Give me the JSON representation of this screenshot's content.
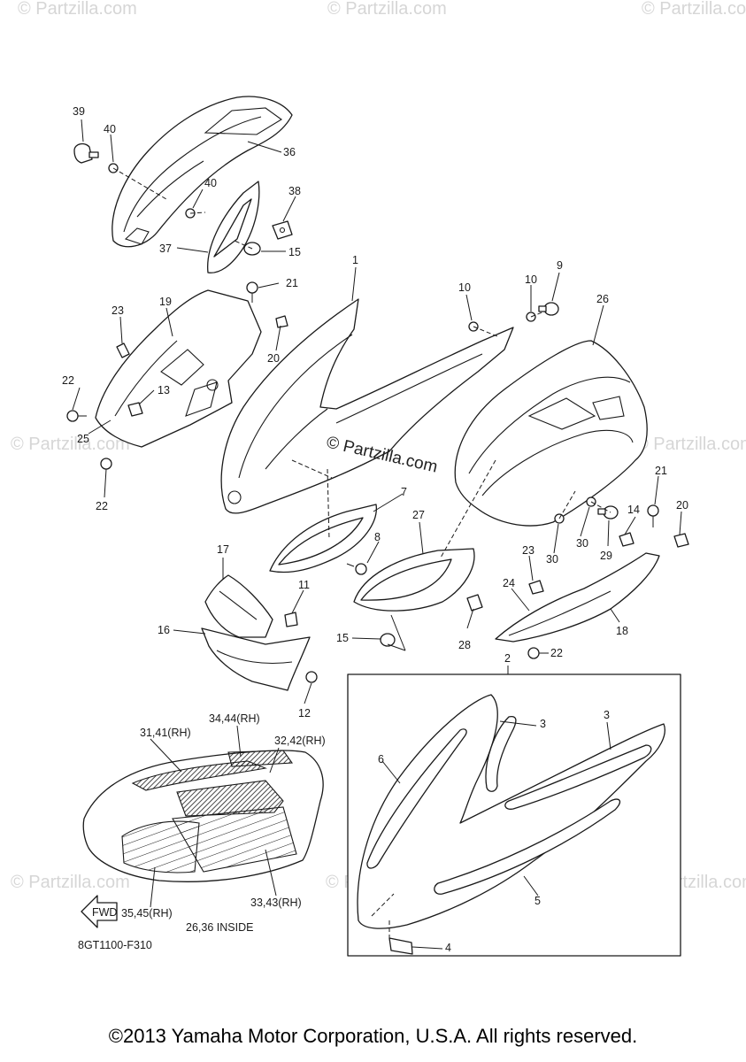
{
  "watermarks": {
    "text": "© Partzilla.com",
    "center": "© Partzilla.com"
  },
  "labels": {
    "p1": "1",
    "p2": "2",
    "p3a": "3",
    "p3b": "3",
    "p4": "4",
    "p5": "5",
    "p6": "6",
    "p7": "7",
    "p8": "8",
    "p9": "9",
    "p10a": "10",
    "p10b": "10",
    "p11": "11",
    "p12": "12",
    "p13": "13",
    "p14": "14",
    "p15a": "15",
    "p15b": "15",
    "p16": "16",
    "p17": "17",
    "p18": "18",
    "p19": "19",
    "p20a": "20",
    "p20b": "20",
    "p21a": "21",
    "p21b": "21",
    "p22a": "22",
    "p22b": "22",
    "p22c": "22",
    "p23a": "23",
    "p23b": "23",
    "p24": "24",
    "p25": "25",
    "p26": "26",
    "p27": "27",
    "p28": "28",
    "p29": "29",
    "p30a": "30",
    "p30b": "30",
    "p31": "31,41(RH)",
    "p32": "32,42(RH)",
    "p33": "33,43(RH)",
    "p34": "34,44(RH)",
    "p35": "35,45(RH)",
    "p36": "36",
    "p37": "37",
    "p38": "38",
    "p39": "39",
    "p40a": "40",
    "p40b": "40"
  },
  "notes": {
    "fwd": "FWD",
    "inside": "26,36 INSIDE",
    "code": "8GT1100-F310"
  },
  "footer": {
    "copyright": "©2013 Yamaha Motor Corporation, U.S.A. All rights reserved."
  }
}
